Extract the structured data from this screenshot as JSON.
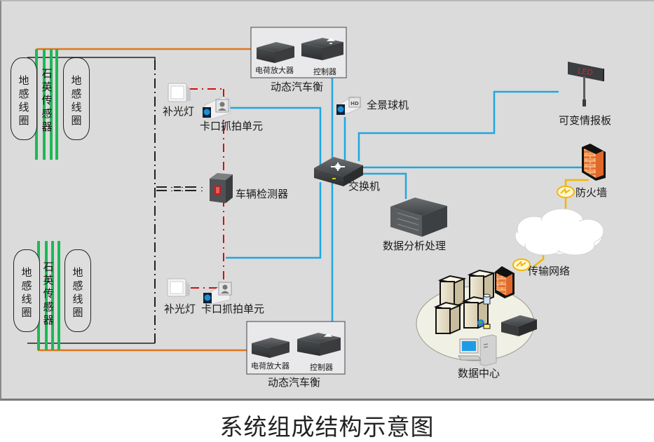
{
  "caption": "系统组成结构示意图",
  "colors": {
    "background": "#dbdbdb",
    "network_line": "#1ea8e0",
    "power_line": "#e0751e",
    "sensor_green": "#1db954",
    "trigger_red": "#cc1111",
    "yellow_link": "#f2b705"
  },
  "lane_top": {
    "loop_left": "地感线圈",
    "quartz_sensor": "石英传感器",
    "loop_right": "地感线圈"
  },
  "lane_bottom": {
    "loop_left": "地感线圈",
    "quartz_sensor": "石英传感器",
    "loop_right": "地感线圈"
  },
  "wim_top": {
    "amplifier": "电荷放大器",
    "controller": "控制器",
    "title": "动态汽车衡"
  },
  "wim_bottom": {
    "amplifier": "电荷放大器",
    "controller": "控制器",
    "title": "动态汽车衡"
  },
  "fill_light_top": "补光灯",
  "capture_unit_top": "卡口抓拍单元",
  "fill_light_bottom": "补光灯",
  "capture_unit_bottom": "卡口抓拍单元",
  "vehicle_detector": "车辆检测器",
  "panoramic_camera": "全景球机",
  "switch": "交换机",
  "data_processing": "数据分析处理",
  "vms": {
    "label": "可变情报板",
    "screen_text": "LED"
  },
  "firewall": "防火墙",
  "transmission_network": "传输网络",
  "data_center": "数据中心",
  "camera_badge": "HD"
}
